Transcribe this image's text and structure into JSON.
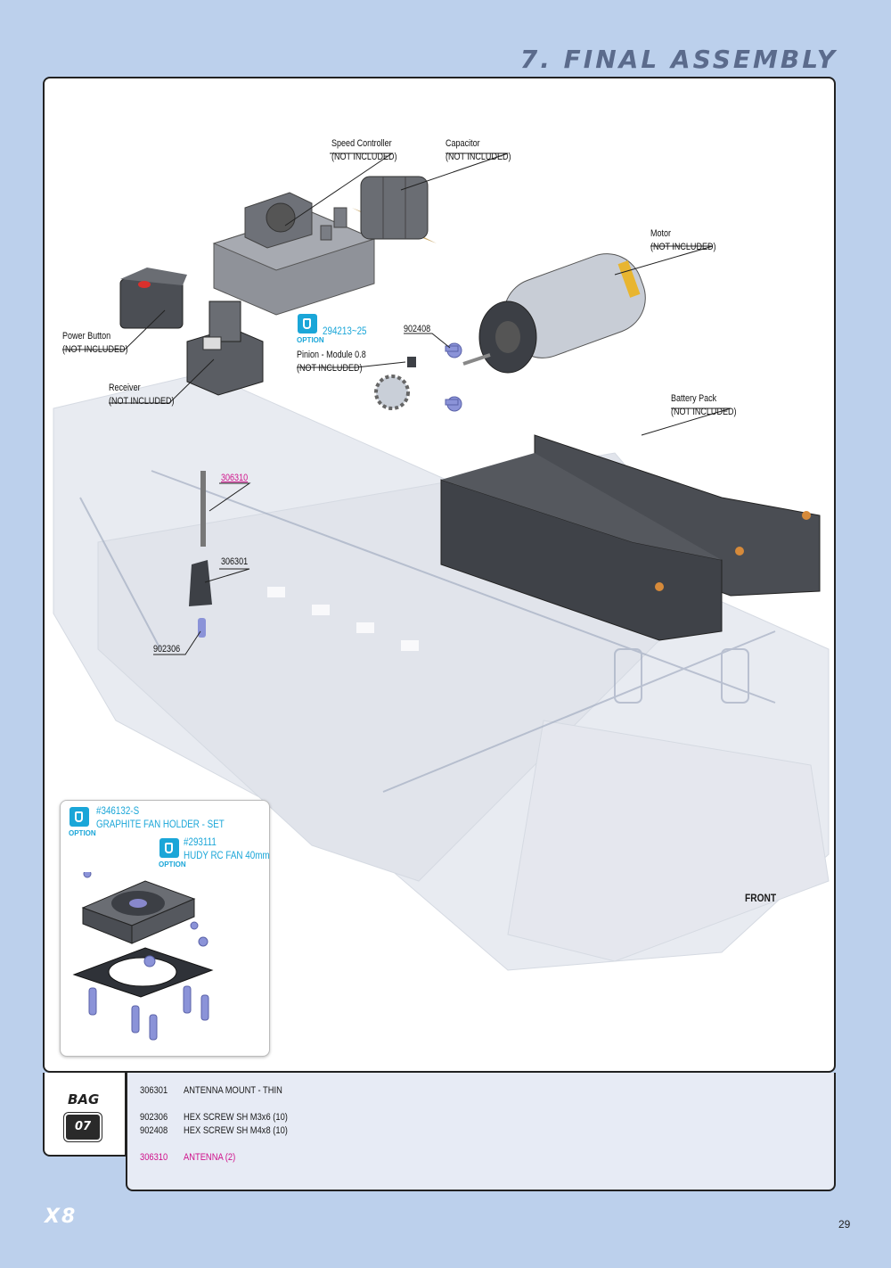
{
  "header": {
    "section_title": "7. FINAL ASSEMBLY"
  },
  "callouts": {
    "speed_controller": {
      "name": "Speed Controller",
      "note": "(NOT INCLUDED)"
    },
    "capacitor": {
      "name": "Capacitor",
      "note": "(NOT INCLUDED)"
    },
    "motor": {
      "name": "Motor",
      "note": "(NOT INCLUDED)"
    },
    "power_button": {
      "name": "Power Button",
      "note": "(NOT INCLUDED)"
    },
    "receiver": {
      "name": "Receiver",
      "note": "(NOT INCLUDED)"
    },
    "pinion": {
      "name": "Pinion - Module 0.8",
      "note": "(NOT INCLUDED)"
    },
    "battery_pack": {
      "name": "Battery Pack",
      "note": "(NOT INCLUDED)"
    },
    "pinion_option": {
      "part": "294213~25",
      "tag": "OPTION"
    },
    "screw_902408": "902408",
    "antenna_306310": "306310",
    "antenna_mount_306301": "306301",
    "screw_902306": "902306"
  },
  "inset": {
    "fan_holder": {
      "part": "#346132-S",
      "name": "GRAPHITE FAN HOLDER - SET",
      "tag": "OPTION"
    },
    "fan": {
      "part": "#293111",
      "name": "HUDY RC FAN 40mm",
      "tag": "OPTION"
    }
  },
  "front_label": "FRONT",
  "bag": {
    "label": "BAG",
    "number": "07"
  },
  "parts": [
    {
      "code": "306301",
      "desc": "ANTENNA MOUNT - THIN"
    },
    {
      "code": "902306",
      "desc": "HEX SCREW SH M3x6  (10)"
    },
    {
      "code": "902408",
      "desc": "HEX SCREW SH M4x8  (10)"
    },
    {
      "code": "306310",
      "desc": "ANTENNA (2)"
    }
  ],
  "footer": {
    "logo": "X8",
    "page_number": "29"
  },
  "colors": {
    "accent_pink": "#d0108a",
    "option_blue": "#1aa6d8",
    "page_bg": "#bcd0ec"
  }
}
